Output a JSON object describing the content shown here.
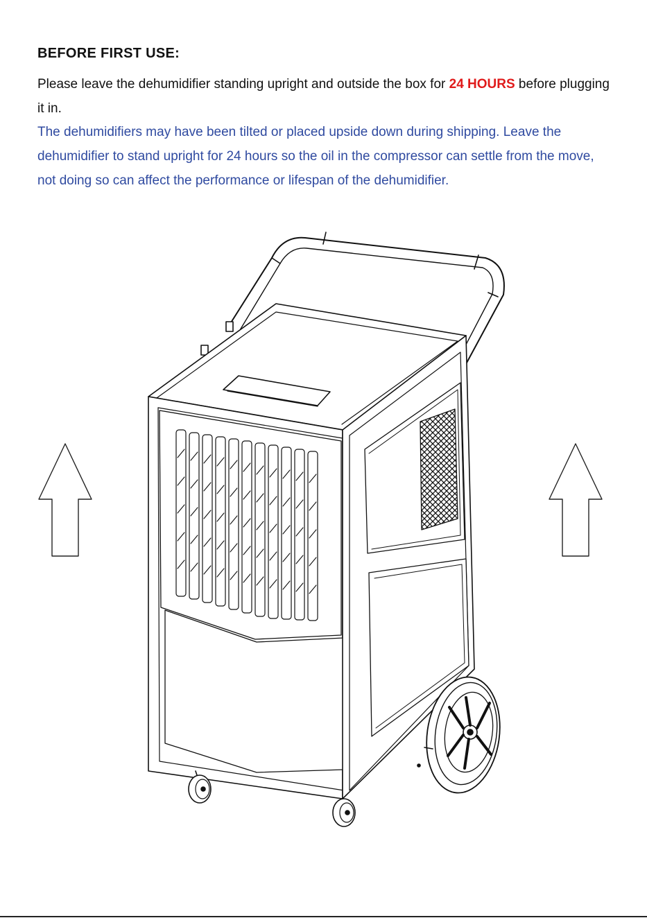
{
  "heading": "BEFORE FIRST USE:",
  "para1": {
    "before": "Please leave the dehumidifier standing upright and outside the box for ",
    "highlight": "24 HOURS",
    "after": " before plugging it in."
  },
  "para2": "The dehumidifiers may have been tilted or placed upside down during shipping. Leave the dehumidifier to stand upright for 24 hours so the oil in the compressor can settle from the move, not doing so can affect the performance or lifespan of the dehumidifier.",
  "colors": {
    "text": "#111111",
    "highlight": "#e01b1b",
    "note": "#2f4aa0"
  },
  "icons": [
    "arrow-up-icon-left",
    "arrow-up-icon-right",
    "dehumidifier-illustration"
  ]
}
